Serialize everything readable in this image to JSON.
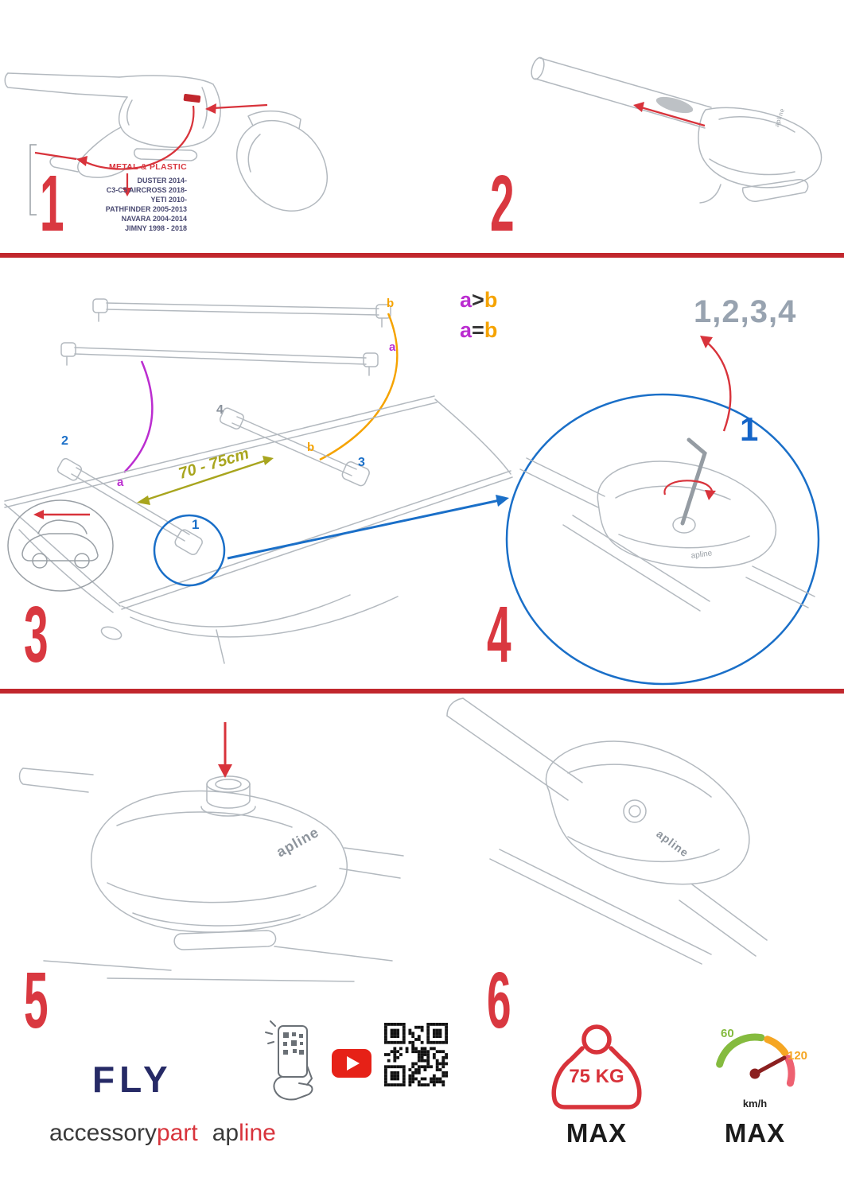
{
  "product": {
    "logo": "apline"
  },
  "steps": {
    "s1": {
      "num": "1",
      "material": "METAL & PLASTIC",
      "vehicles": [
        "DUSTER 2014-",
        "C3-C5 AIRCROSS 2018-",
        "YETI 2010-",
        "PATHFINDER 2005-2013",
        "NAVARA 2004-2014",
        "JIMNY 1998 - 2018"
      ]
    },
    "s2": {
      "num": "2"
    },
    "s3": {
      "num": "3",
      "measurement": "70 - 75cm",
      "legend": {
        "gt_a": "a",
        "gt_op": ">",
        "gt_b": "b",
        "eq_a": "a",
        "eq_op": "=",
        "eq_b": "b"
      },
      "labels": {
        "bar_b": "b",
        "bar_a": "a",
        "pos1": "1",
        "pos2": "2",
        "pos3": "3",
        "pos4": "4",
        "roof_a": "a",
        "roof_b": "b"
      }
    },
    "s4": {
      "num": "4",
      "sequence": "1,2,3,4",
      "ref": "1"
    },
    "s5": {
      "num": "5"
    },
    "s6": {
      "num": "6"
    }
  },
  "footer": {
    "model": "FLY",
    "brand": {
      "accessory": "accessory",
      "part": "part",
      "ap": "ap",
      "line": "line"
    },
    "weight": {
      "value": "75 KG",
      "max": "MAX"
    },
    "speed": {
      "low": "60",
      "high": "120",
      "unit": "km/h",
      "max": "MAX"
    }
  },
  "colors": {
    "red": "#d93840",
    "divider": "#c1272d",
    "blue": "#1a6fc8",
    "magenta": "#bb2dd0",
    "orange": "#f5a300",
    "olive": "#a8a51e",
    "navy": "#262a66",
    "sequence_gray": "#98a3b0"
  }
}
